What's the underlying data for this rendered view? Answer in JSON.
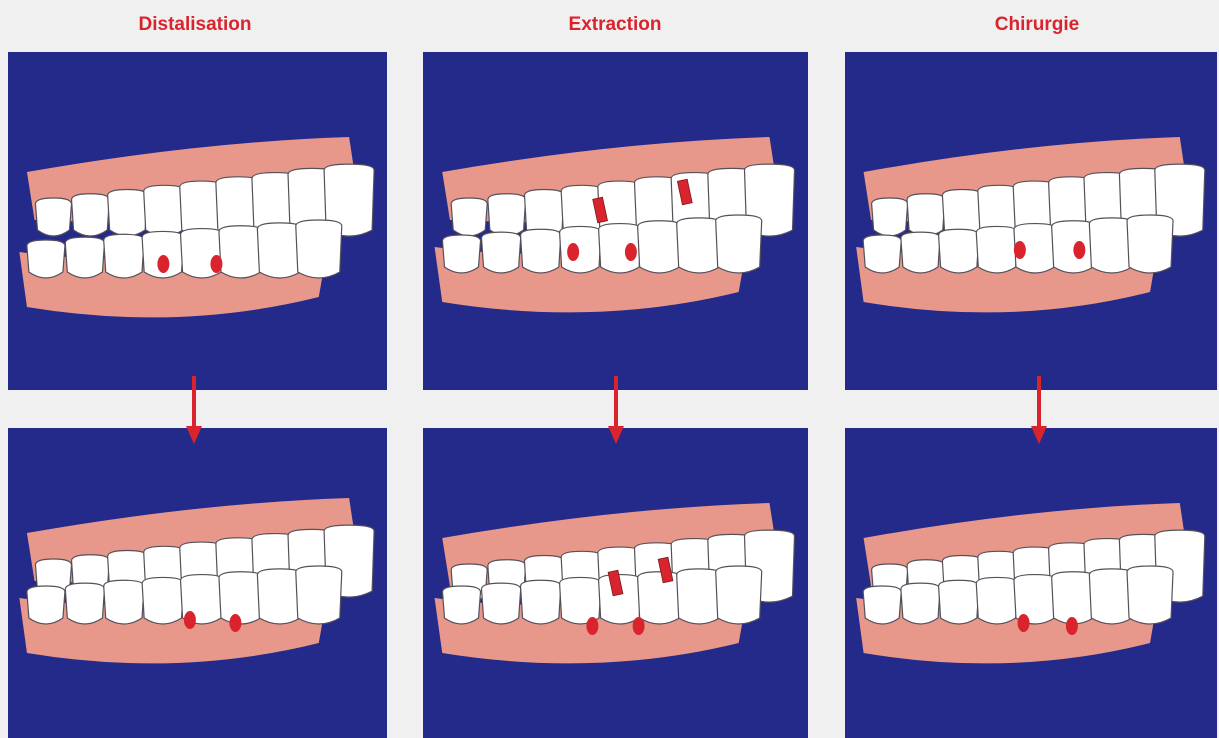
{
  "columns": [
    {
      "title": "Distalisation"
    },
    {
      "title": "Extraction"
    },
    {
      "title": "Chirurgie"
    }
  ],
  "colors": {
    "panel_bg": "#242a8a",
    "page_bg": "#f1f0f0",
    "title": "#d9242e",
    "gum": "#e8988a",
    "tooth": "#ffffff",
    "attachment": "#d9242e",
    "arrow": "#d9242e"
  }
}
